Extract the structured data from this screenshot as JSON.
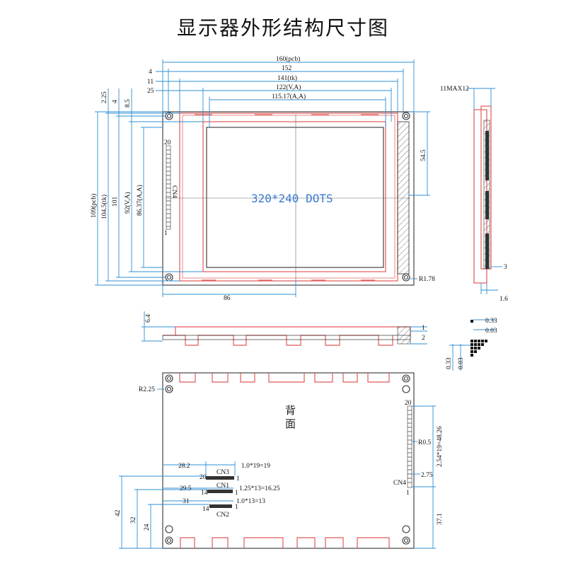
{
  "title": "显示器外形结构尺寸图",
  "front": {
    "resolution": "320*240  DOTS",
    "connector": "CN4",
    "pin_first": "1",
    "pin_last": "20",
    "dims_top": [
      "160(pcb)",
      "152",
      "141(tk)",
      "122(V,A)",
      "115.17(A,A)"
    ],
    "left_offsets": [
      "4",
      "11",
      "25"
    ],
    "right_offsets": [
      "2.25",
      "4",
      "8.5"
    ],
    "dims_left": [
      "109(pcb)",
      "104.5(tk)",
      "101",
      "92(V,A)",
      "86.37(A,A)"
    ],
    "dim_54_5": "54.5",
    "dim_86": "86",
    "radius": "R1.78"
  },
  "side": {
    "thickness": "11MAX12",
    "dim_3": "3",
    "dim_1_6": "1.6"
  },
  "bottom": {
    "dim_6_4": "6.4",
    "dim_1": "1",
    "dim_2": "2"
  },
  "detail": {
    "d1": "0.33",
    "d2": "0.03",
    "d3": "0.33",
    "d4": "0.03"
  },
  "back": {
    "label_line1": "背",
    "label_line2": "面",
    "radius": "R2.25",
    "cn3": {
      "name": "CN3",
      "pin_a": "20",
      "pin_b": "1",
      "offset": "28.2",
      "pitch": "1.0*19=19"
    },
    "cn1": {
      "name": "CN1",
      "pin_a": "14",
      "pin_b": "1",
      "offset": "29.5",
      "pitch": "1.25*13=16.25"
    },
    "cn2": {
      "name": "CN2",
      "pin_a": "14",
      "pin_b": "1",
      "offset": "31",
      "pitch": "1.0*13=13"
    },
    "cn4": {
      "name": "CN4",
      "pin_a": "20",
      "pin_b": "1",
      "radius": "R0.5",
      "pitch": "2.54*19=48.26",
      "offset": "2.75",
      "bottom": "37.1"
    },
    "dims_left": [
      "42",
      "32",
      "24"
    ]
  }
}
